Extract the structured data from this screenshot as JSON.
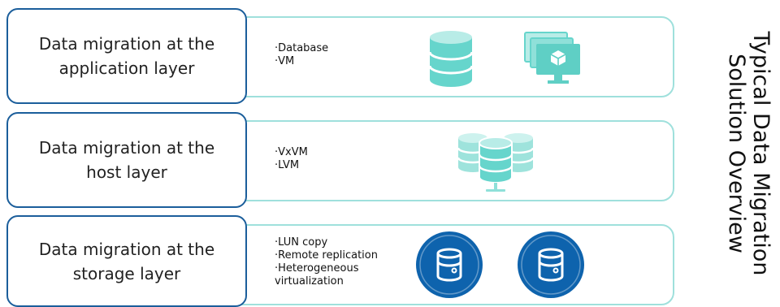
{
  "title": {
    "line1": "Typical Data Migration",
    "line2": "Solution Overview"
  },
  "layers": [
    {
      "label": "Data migration at the application layer",
      "items": [
        "·Database",
        "·VM"
      ],
      "icons": [
        "database-stack-icon",
        "vm-monitors-icon"
      ]
    },
    {
      "label": "Data migration at the host layer",
      "items": [
        "·VxVM",
        "·LVM"
      ],
      "icons": [
        "server-cluster-icon"
      ]
    },
    {
      "label": "Data migration at the storage layer",
      "items": [
        "·LUN copy",
        "·Remote replication",
        "·Heterogeneous",
        "virtualization"
      ],
      "icons": [
        "storage-disk-icon",
        "storage-disk-icon"
      ]
    }
  ],
  "colors": {
    "band_border": "#9fe0dc",
    "layer_border": "#1b5e9b",
    "icon_teal": "#66d5cc",
    "icon_blue": "#0e63ad"
  }
}
